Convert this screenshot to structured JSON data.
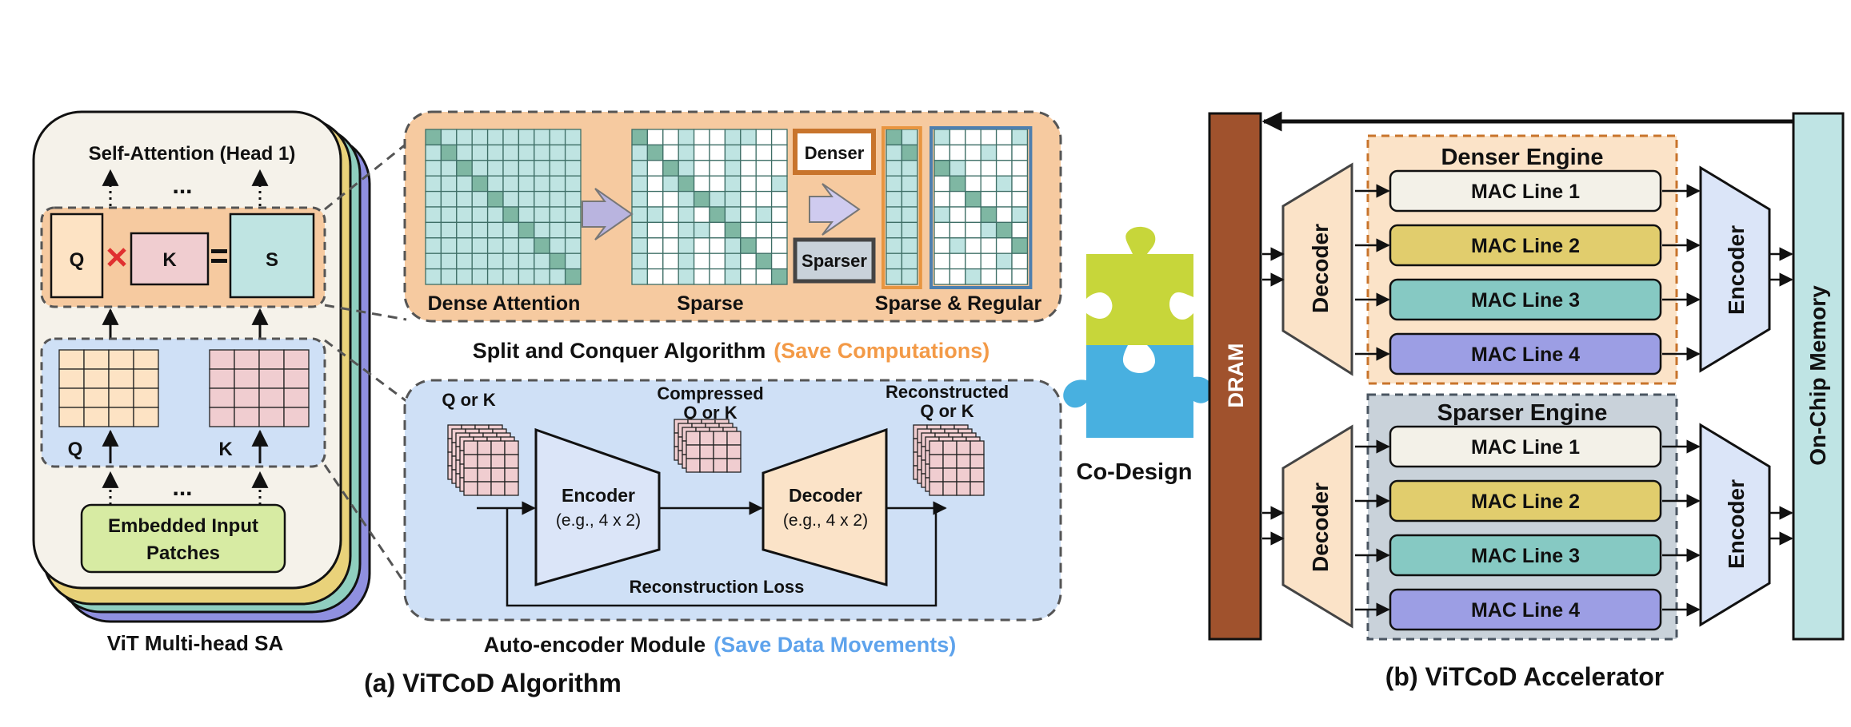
{
  "left_panel": {
    "head_title": "Self-Attention (Head 1)",
    "ellipsis": "...",
    "q_label": "Q",
    "k_label": "K",
    "s_label": "S",
    "q_matrix_label": "Q",
    "k_matrix_label": "K",
    "embedded_line1": "Embedded Input",
    "embedded_line2": "Patches",
    "caption": "ViT Multi-head SA"
  },
  "split_conquer": {
    "dense_label": "Dense Attention",
    "sparse_label": "Sparse",
    "denser_label": "Denser",
    "sparser_label": "Sparser",
    "sparse_regular_label": "Sparse & Regular",
    "caption_main": "Split and Conquer Algorithm",
    "caption_note": "(Save Computations)"
  },
  "autoencoder": {
    "qk_label": "Q or K",
    "compressed_line1": "Compressed",
    "compressed_line2": "Q or K",
    "reconstructed_line1": "Reconstructed",
    "reconstructed_line2": "Q or K",
    "encoder_title": "Encoder",
    "encoder_sub": "(e.g., 4 x 2)",
    "decoder_title": "Decoder",
    "decoder_sub": "(e.g., 4 x 2)",
    "loss_label": "Reconstruction Loss",
    "caption_main": "Auto-encoder Module",
    "caption_note": "(Save Data Movements)"
  },
  "algorithm_caption": "(a) ViTCoD Algorithm",
  "codesign_label": "Co-Design",
  "accelerator": {
    "dram_label": "DRAM",
    "memory_label": "On-Chip Memory",
    "denser_engine_title": "Denser Engine",
    "sparser_engine_title": "Sparser Engine",
    "decoder_label": "Decoder",
    "encoder_label": "Encoder",
    "mac_lines": [
      "MAC Line 1",
      "MAC Line 2",
      "MAC Line 3",
      "MAC Line 4"
    ],
    "caption": "(b) ViTCoD Accelerator"
  },
  "colors": {
    "cream": "#f5f2ea",
    "yellow_layer": "#e9d27a",
    "green_layer": "#8fcfbf",
    "purple_layer": "#8f90e0",
    "orange_panel": "#f6caa0",
    "blue_panel": "#cfe0f6",
    "teal_cell": "#bfe4e2",
    "dark_cell": "#7fb7a3",
    "pink_cell": "#f0cdd0",
    "light_orange_cell": "#fde3c4",
    "embedded_green": "#d7eba3",
    "dram_brown": "#a0522d",
    "memory_teal": "#bfe4e4",
    "mac1": "#f3f1e8",
    "mac2": "#e1cd6d",
    "mac3": "#86c9c3",
    "mac4": "#9c9ee4",
    "engine_denser_bg": "#fbe3c8",
    "engine_sparser_bg": "#c9d2da",
    "note_orange": "#f39a47",
    "note_blue": "#5ea3ec",
    "puzzle_green": "#c7d63a",
    "puzzle_blue": "#48b0e0"
  }
}
